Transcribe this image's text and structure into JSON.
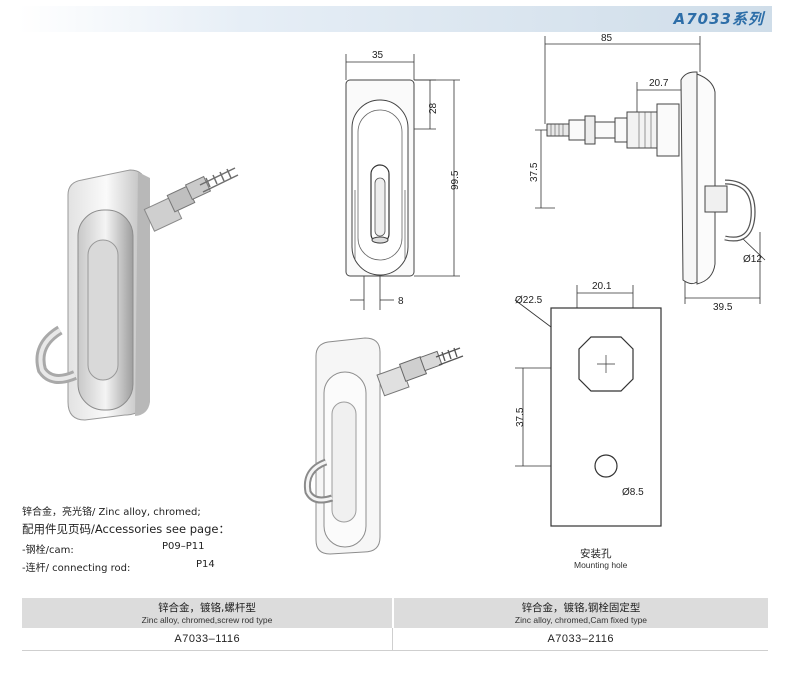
{
  "header": {
    "title": "A7033系列"
  },
  "dimensions": {
    "front_width": "35",
    "front_top": "28",
    "front_height": "99.5",
    "front_bottom": "8",
    "side_top_partial": "85",
    "side_shaft": "20.7",
    "side_offset": "37.5",
    "side_depth": "39.5",
    "side_diameter": "Ø12",
    "hole_big_diameter": "Ø22.5",
    "hole_square_width": "20.1",
    "hole_spacing": "37.5",
    "hole_small_diameter": "Ø8.5"
  },
  "mounting_hole": {
    "label_cn": "安装孔",
    "label_en": "Mounting hole"
  },
  "specs": {
    "material": "锌合金，亮光铬/ Zinc alloy, chromed;",
    "accessories": "配用件见页码/Accessories see page：",
    "cam_label": "-钢栓/cam:",
    "cam_page": "P09–P11",
    "rod_label": "-连杆/ connecting rod:",
    "rod_page": "P14"
  },
  "table": {
    "col1": {
      "cn": "锌合金，镀铬,螺杆型",
      "en": "Zinc alloy, chromed,screw rod type",
      "code": "A7033–1116"
    },
    "col2": {
      "cn": "锌合金，镀铬,钢栓固定型",
      "en": "Zinc alloy, chromed,Cam fixed type",
      "code": "A7033–2116"
    }
  }
}
